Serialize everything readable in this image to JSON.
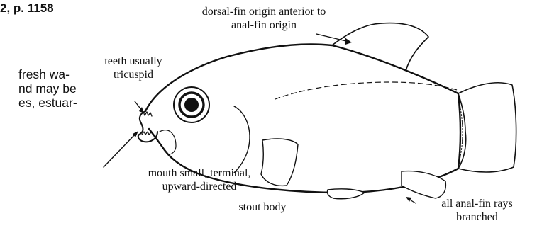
{
  "page": {
    "header": "2, p. 1158",
    "body_lines": [
      "fresh wa-",
      "nd may be",
      "es, estuar-"
    ]
  },
  "figure": {
    "callouts": {
      "dorsal": [
        "dorsal-fin origin anterior to",
        "anal-fin origin"
      ],
      "teeth": [
        "teeth usually",
        "tricuspid"
      ],
      "mouth": [
        "mouth small, terminal,",
        "upward-directed"
      ],
      "body": "stout body",
      "anal": [
        "all anal-fin rays",
        "branched"
      ]
    }
  }
}
